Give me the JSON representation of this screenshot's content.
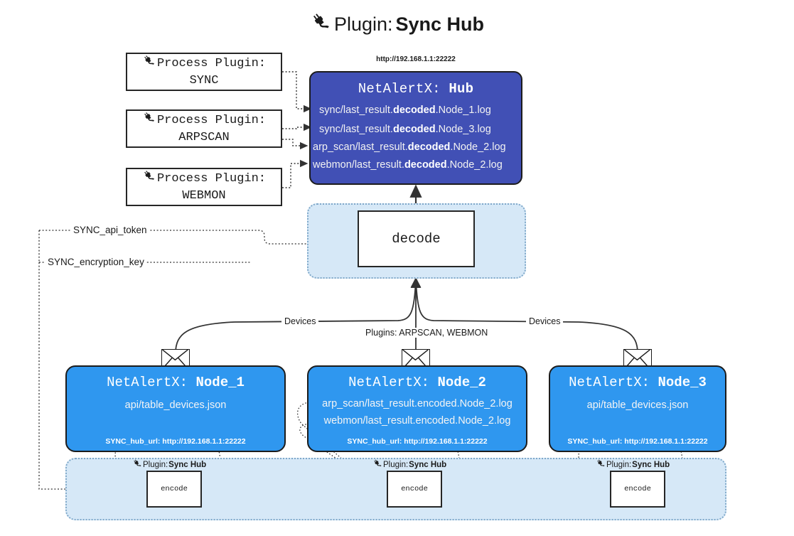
{
  "title": {
    "icon": "plug-icon",
    "prefix": "Plugin:",
    "name": "Sync Hub"
  },
  "process_plugins": [
    {
      "icon": "plug-icon",
      "caption": "Process Plugin:",
      "name": "SYNC"
    },
    {
      "icon": "plug-icon",
      "caption": "Process Plugin:",
      "name": "ARPSCAN"
    },
    {
      "icon": "plug-icon",
      "caption": "Process Plugin:",
      "name": "WEBMON"
    }
  ],
  "hub": {
    "url": "http://192.168.1.1:22222",
    "title_prefix": "NetAlertX:",
    "title_name": "Hub",
    "logs": [
      {
        "pre": "sync/last_result.",
        "mid": "decoded",
        "post": ".Node_1.log"
      },
      {
        "pre": "sync/last_result.",
        "mid": "decoded",
        "post": ".Node_3.log"
      },
      {
        "pre": "arp_scan/last_result.",
        "mid": "decoded",
        "post": ".Node_2.log"
      },
      {
        "pre": "webmon/last_result.",
        "mid": "decoded",
        "post": ".Node_2.log"
      }
    ]
  },
  "decode": {
    "label": "decode"
  },
  "secrets": [
    {
      "label": "SYNC_api_token"
    },
    {
      "label": "SYNC_encryption_key"
    }
  ],
  "edge_labels": {
    "devices_left": "Devices",
    "plugins_center": "Plugins: ARPSCAN, WEBMON",
    "devices_right": "Devices"
  },
  "nodes": [
    {
      "title_prefix": "NetAlertX:",
      "title_name": "Node_1",
      "lines": [
        "api/table_devices.json"
      ],
      "hub_url": "SYNC_hub_url: http://192.168.1.1:22222",
      "icon": "envelope-icon"
    },
    {
      "title_prefix": "NetAlertX:",
      "title_name": "Node_2",
      "lines": [
        "arp_scan/last_result.encoded.Node_2.log",
        "webmon/last_result.encoded.Node_2.log"
      ],
      "hub_url": "SYNC_hub_url: http://192.168.1.1:22222",
      "icon": "envelope-icon"
    },
    {
      "title_prefix": "NetAlertX:",
      "title_name": "Node_3",
      "lines": [
        "api/table_devices.json"
      ],
      "hub_url": "SYNC_hub_url: http://192.168.1.1:22222",
      "icon": "envelope-icon"
    }
  ],
  "encoders": [
    {
      "caption_prefix": "Plugin:",
      "caption_name": "Sync Hub",
      "label": "encode",
      "icon": "plug-icon"
    },
    {
      "caption_prefix": "Plugin:",
      "caption_name": "Sync Hub",
      "label": "encode",
      "icon": "plug-icon"
    },
    {
      "caption_prefix": "Plugin:",
      "caption_name": "Sync Hub",
      "label": "encode",
      "icon": "plug-icon"
    }
  ],
  "colors": {
    "hub_fill": "#4150b5",
    "node_fill": "#2f97ef",
    "group_fill": "#d6e8f7",
    "group_border": "#7fa8c9",
    "stroke": "#333333"
  }
}
